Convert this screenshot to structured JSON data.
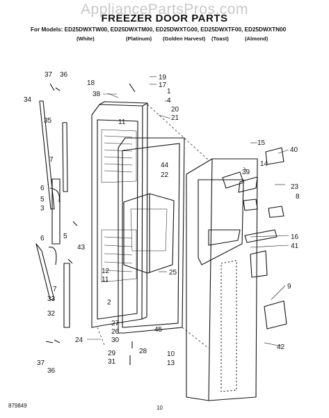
{
  "header": {
    "watermark": "AppliancePartsPros.com",
    "title": "FREEZER DOOR PARTS",
    "models_line": "For Models: ED25DWXTW00, ED25DWXTM00, ED25DWXTG00, ED25DWXTF00, ED25DWXTN00"
  },
  "colors": [
    "(White)",
    "(Platinum)",
    "(Golden Harvest)",
    "(Toast)",
    "(Almond)"
  ],
  "callouts": [
    "37",
    "36",
    "18",
    "19",
    "17",
    "38",
    "1",
    "34",
    "4",
    "20",
    "35",
    "21",
    "11",
    "15",
    "40",
    "7",
    "14",
    "44",
    "22",
    "39",
    "6",
    "23",
    "5",
    "8",
    "3",
    "43",
    "5",
    "16",
    "41",
    "6",
    "12",
    "11",
    "25",
    "7",
    "9",
    "33",
    "2",
    "32",
    "24",
    "27",
    "26",
    "30",
    "45",
    "28",
    "10",
    "13",
    "42",
    "29",
    "31",
    "37",
    "36"
  ],
  "footer": {
    "doc_number": "879849",
    "page_number": "10"
  }
}
